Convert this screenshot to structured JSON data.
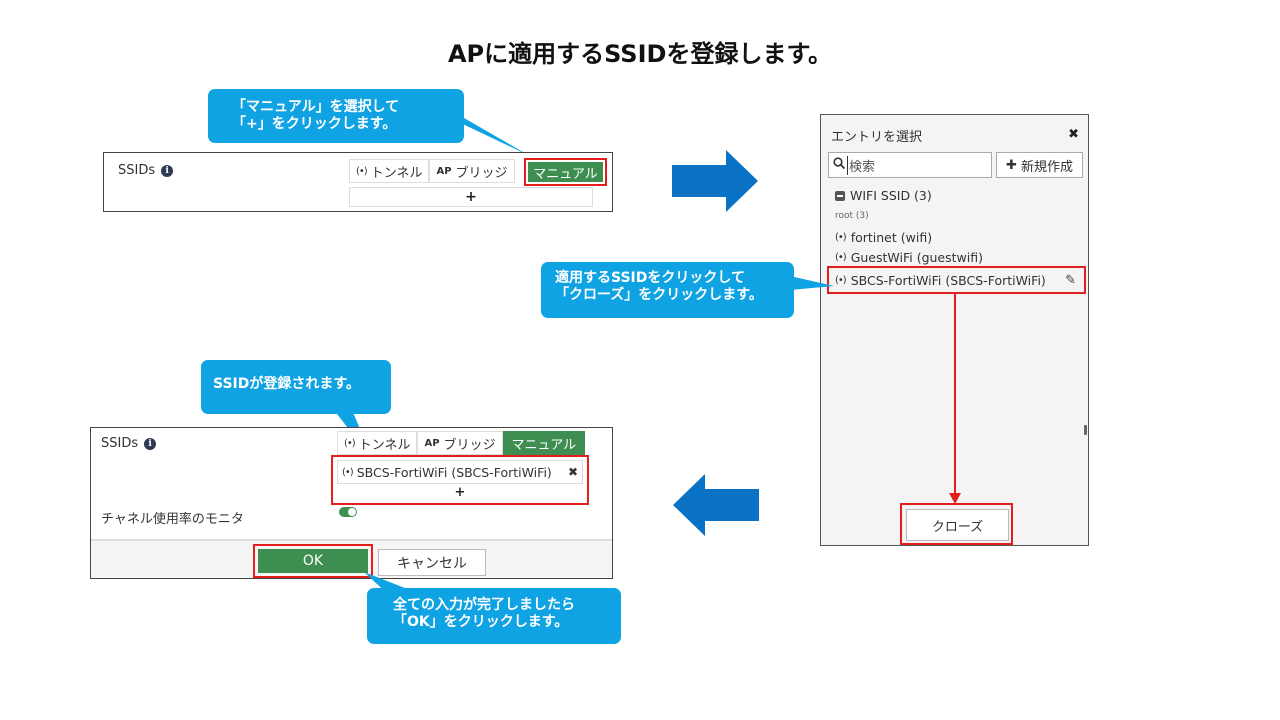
{
  "title": "APに適用するSSIDを登録します。",
  "callouts": {
    "manual": [
      "「マニュアル」を選択して",
      "「+」をクリックします。"
    ],
    "ssid_click": [
      "適用するSSIDをクリックして",
      "「クローズ」をクリックします。"
    ],
    "registered": [
      "SSIDが登録されます。"
    ],
    "ok": [
      "全ての入力が完了しましたら",
      "「OK」をクリックします。"
    ]
  },
  "panel1": {
    "ssids_label": "SSIDs",
    "info": "i",
    "tunnel": "トンネル",
    "bridge": "ブリッジ",
    "manual": "マニュアル",
    "plus": "+"
  },
  "entry_panel": {
    "title": "エントリを選択",
    "close_x": "✖",
    "search_placeholder": "検索",
    "new_button": "新規作成",
    "group_label": "WIFI SSID (3)",
    "subgroup_label": "root (3)",
    "items": [
      "fortinet (wifi)",
      "GuestWiFi (guestwifi)",
      "SBCS-FortiWiFi (SBCS-FortiWiFi)"
    ],
    "close_button": "クローズ"
  },
  "panel2": {
    "ssids_label": "SSIDs",
    "info": "i",
    "tunnel": "トンネル",
    "bridge": "ブリッジ",
    "manual": "マニュアル",
    "selected_ssid": "SBCS-FortiWiFi (SBCS-FortiWiFi)",
    "remove": "✖",
    "plus": "+",
    "channel_label": "チャネル使用率のモニタ",
    "ok": "OK",
    "cancel": "キャンセル"
  },
  "colors": {
    "callout": "#10a3e3",
    "arrow": "#0a72c4",
    "active_green": "#3e8e52",
    "highlight_red": "#e41d1d"
  },
  "icons": {
    "wifi": "(•)",
    "ap": "AP",
    "search": "🔍",
    "plus": "✚",
    "group_collapse": "▬",
    "edit": "✎"
  }
}
